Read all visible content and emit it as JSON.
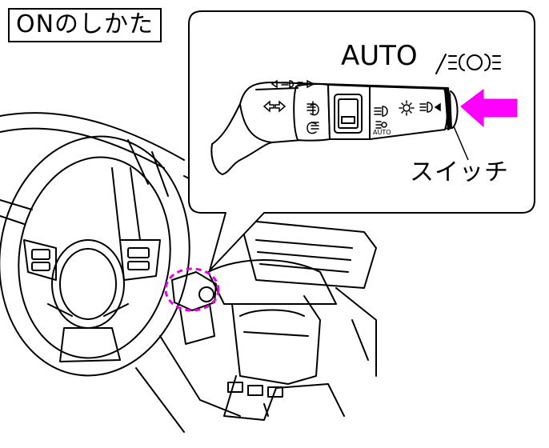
{
  "title": "ONのしかた",
  "callout": {
    "mode_label": "AUTO",
    "mode_separator": "/",
    "switch_label": "スイッチ",
    "stalk_auto_text": "AUTO"
  },
  "icons": {
    "parking_light": "parking-light-icon",
    "low_beam_lamp": "headlamp-icon",
    "high_beam_lamp": "high-beam-icon",
    "front_fog": "front-fog-icon",
    "rear_fog": "rear-fog-icon",
    "turn_signal": "turn-signal-icon",
    "light_off": "light-off-icon"
  },
  "colors": {
    "highlight_magenta": "#e600e6",
    "line": "#000000",
    "background": "#ffffff"
  }
}
